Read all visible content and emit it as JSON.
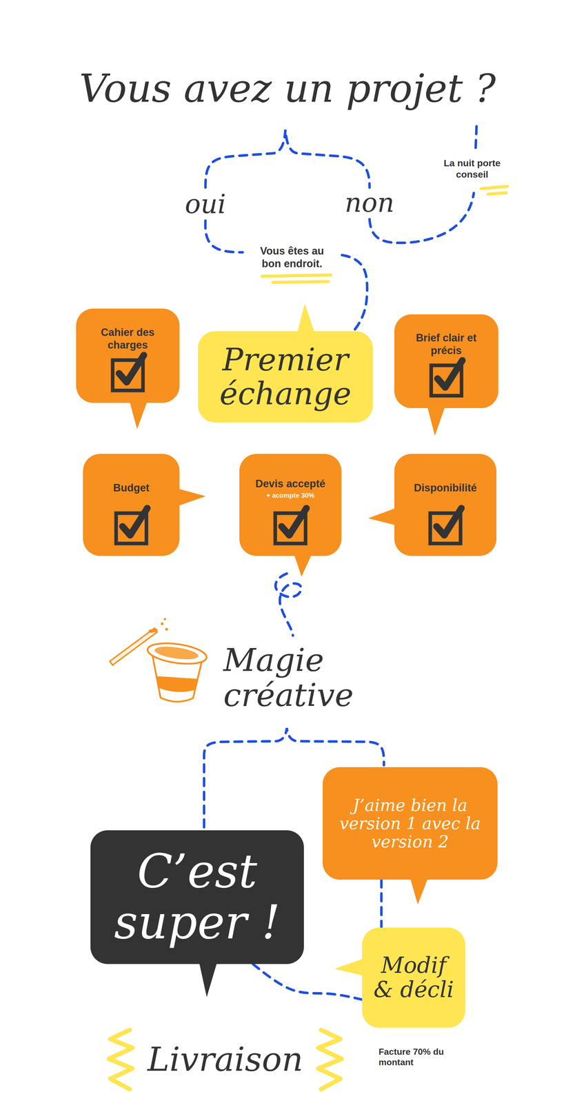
{
  "diagram": {
    "title": "Vous avez un projet ?",
    "nodes": [
      {
        "text": [
          "Cahier des charges"
        ]
      },
      {
        "text": [
          "Premier échange"
        ]
      },
      {
        "text": [
          "Brief clair et précis"
        ]
      },
      {
        "text": [
          "Budget"
        ]
      },
      {
        "text": [
          "Devis accepté",
          "+ acompte 30%"
        ]
      },
      {
        "text": [
          "Disponibilité"
        ]
      },
      {
        "text": [
          "J’aime bien la version 1 avec la version 2"
        ]
      },
      {
        "text": [
          "C’est super !"
        ]
      },
      {
        "text": [
          "Modif & décli"
        ]
      }
    ],
    "edges": [
      {
        "from": 6,
        "to": 8,
        "arrow": "none"
      },
      {
        "from": 8,
        "to": 7,
        "arrow": "none"
      }
    ],
    "labels": [
      "oui",
      "non",
      "La nuit porte conseil",
      "Vous êtes au bon endroit.",
      "Magie créative",
      "Livraison",
      "Facture 70% du montant"
    ]
  }
}
